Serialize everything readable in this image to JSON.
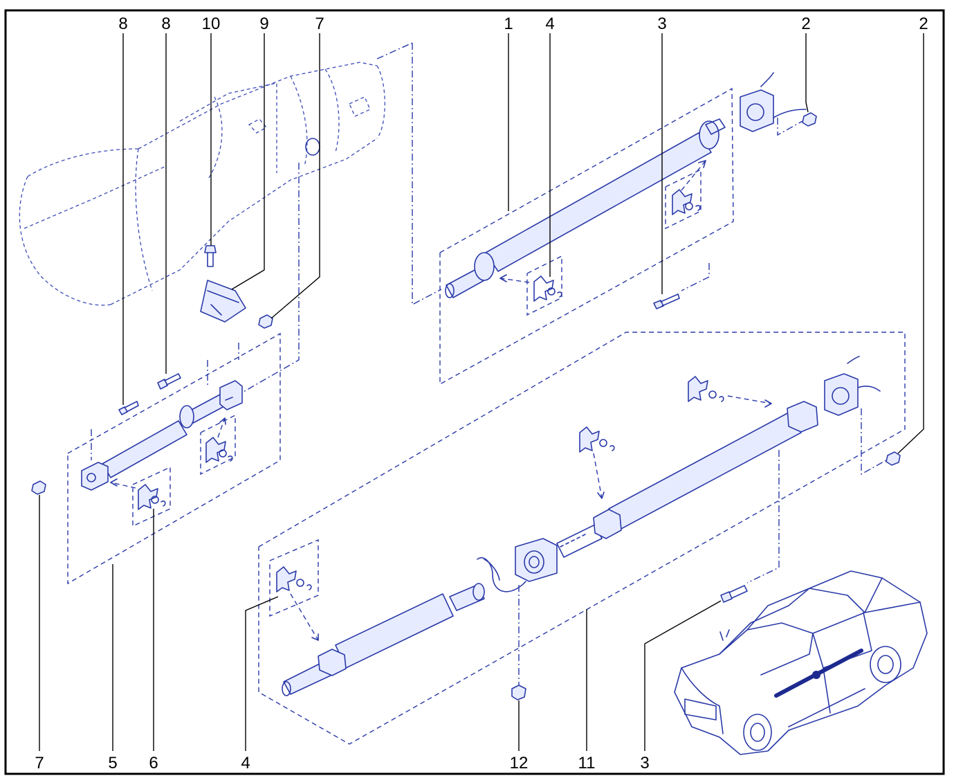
{
  "labels": {
    "top": [
      "8",
      "8",
      "10",
      "9",
      "7",
      "1",
      "4",
      "3",
      "2",
      "2"
    ],
    "bottom": [
      "7",
      "5",
      "6",
      "4",
      "12",
      "11",
      "3"
    ]
  },
  "colors": {
    "ink": "#2a3aa8",
    "fill": "#e7ebff",
    "frame": "#000000"
  }
}
